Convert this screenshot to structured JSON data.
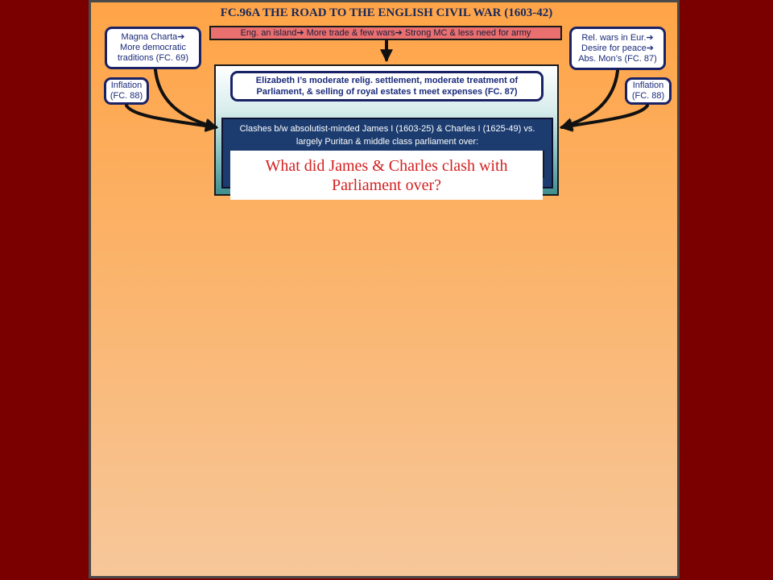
{
  "title": "FC.96A THE ROAD TO THE ENGLISH CIVIL WAR (1603-42)",
  "top_factor": {
    "part1": "Eng. an island",
    "part2": " More trade & few wars",
    "part3": " Strong MC & less need for army"
  },
  "left_bubbles": {
    "magna_line1": "Magna Charta",
    "magna_line2": "More democratic",
    "magna_line3": "traditions (FC. 69)",
    "inflation_line1": "Inflation",
    "inflation_line2": "(FC. 88)"
  },
  "right_bubbles": {
    "relwars_line1": "Rel. wars in Eur.",
    "relwars_line2": "Desire for peace",
    "relwars_line3": "Abs. Mon’s (FC. 87)",
    "inflation_line1": "Inflation",
    "inflation_line2": "(FC. 88)"
  },
  "elizabeth": "Elizabeth I’s moderate relig. settlement, moderate treatment of Parliament, & selling of royal estates t meet expenses (FC. 87)",
  "clashes": "Clashes b/w absolutist-minded James I (1603-25) & Charles I (1625-49) vs. largely Puritan & middle class parliament over:",
  "question": "What did James & Charles clash with Parliament over?",
  "colors": {
    "background": "#7a0000",
    "slide": "#ffa447",
    "bubble_border": "#1a2266",
    "question_text": "#d42020",
    "clash_box": "#1c3c70",
    "top_bar": "#ea6f6f"
  },
  "icons": [
    "arrow-right-icon"
  ]
}
